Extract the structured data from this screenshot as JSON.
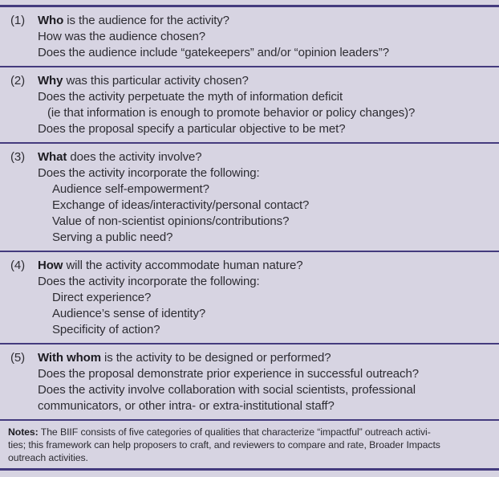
{
  "colors": {
    "background": "#d7d4e2",
    "rule": "#443b7e",
    "text": "#2d2c32"
  },
  "table": {
    "sections": [
      {
        "number": "(1)",
        "lines": [
          {
            "indent": 0,
            "bold": "Who",
            "text": "is the audience for the activity?"
          },
          {
            "indent": 0,
            "text": "How was the audience chosen?"
          },
          {
            "indent": 0,
            "text": "Does the audience include “gatekeepers” and/or “opinion leaders”?"
          }
        ]
      },
      {
        "number": "(2)",
        "lines": [
          {
            "indent": 0,
            "bold": "Why",
            "text": "was this particular activity chosen?"
          },
          {
            "indent": 0,
            "text": "Does the activity perpetuate the myth of information deficit"
          },
          {
            "indent": 1,
            "text": "(ie that information is enough to promote behavior or policy changes)?"
          },
          {
            "indent": 0,
            "text": "Does the proposal specify a particular objective to be met?"
          }
        ]
      },
      {
        "number": "(3)",
        "lines": [
          {
            "indent": 0,
            "bold": "What",
            "text": "does the activity involve?"
          },
          {
            "indent": 0,
            "text": "Does the activity incorporate the following:"
          },
          {
            "indent": 2,
            "text": "Audience self-empowerment?"
          },
          {
            "indent": 2,
            "text": "Exchange of ideas/interactivity/personal contact?"
          },
          {
            "indent": 2,
            "text": "Value of non-scientist opinions/contributions?"
          },
          {
            "indent": 2,
            "text": "Serving a public need?"
          }
        ]
      },
      {
        "number": "(4)",
        "lines": [
          {
            "indent": 0,
            "bold": "How",
            "text": "will the activity accommodate human nature?"
          },
          {
            "indent": 0,
            "text": "Does the activity incorporate the following:"
          },
          {
            "indent": 2,
            "text": "Direct experience?"
          },
          {
            "indent": 2,
            "text": "Audience’s sense of identity?"
          },
          {
            "indent": 2,
            "text": "Specificity of action?"
          }
        ]
      },
      {
        "number": "(5)",
        "lines": [
          {
            "indent": 0,
            "bold": "With whom",
            "text": "is the activity to be designed or performed?"
          },
          {
            "indent": 0,
            "text": "Does the proposal demonstrate prior experience in successful outreach?"
          },
          {
            "indent": 0,
            "text": "Does the activity involve collaboration with social scientists, professional"
          },
          {
            "indent": 0,
            "text": "communicators, or other intra- or extra-institutional staff?"
          }
        ]
      }
    ],
    "notes": {
      "label": "Notes:",
      "lines": [
        "The BIIF consists of five categories of qualities that characterize “impactful” outreach activi-",
        "ties; this framework can help proposers to craft, and reviewers to compare and rate, Broader Impacts",
        "outreach activities."
      ]
    }
  }
}
